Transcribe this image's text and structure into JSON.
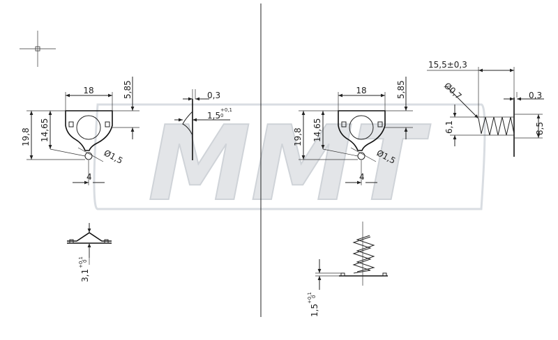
{
  "watermark": {
    "text": "MMT"
  },
  "left_drawing": {
    "width_label": "18",
    "top_label": "5,85",
    "height_label": "19,8",
    "inner_height_label": "14,65",
    "hole_label": "Ø1,5",
    "offset_label": "4",
    "thickness_label": "0,3",
    "protrusion_label": "1,5",
    "protrusion_tol": "+0,1",
    "protrusion_tol_low": "0",
    "bottom_height_label": "3,1",
    "bottom_tol": "+0,1",
    "bottom_tol_low": "0"
  },
  "right_drawing": {
    "width_label": "18",
    "top_label": "5,85",
    "height_label": "19,8",
    "inner_height_label": "14,65",
    "hole_label": "Ø1,5",
    "offset_label": "4",
    "spring_length_label": "15,5±0,3",
    "wire_label": "Ø0,7",
    "thickness_label": "0,3",
    "spring_inner_label": "6,1",
    "spring_outer_label": "8,5",
    "bottom_height_label": "1,5",
    "bottom_tol": "+0,1",
    "bottom_tol_low": "0"
  }
}
